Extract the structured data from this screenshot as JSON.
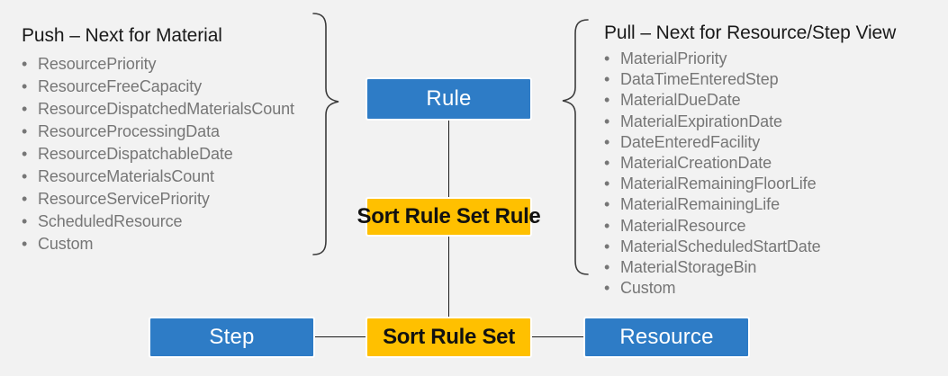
{
  "background_color": "#F2F2F2",
  "palette": {
    "blue": "#2E7CC6",
    "yellow": "#FFC000",
    "text_dark": "#1A1A1A",
    "text_gray": "#767676",
    "line": "#1A1A1A"
  },
  "push_list": {
    "title": "Push – Next for Material",
    "items": [
      "ResourcePriority",
      "ResourceFreeCapacity",
      "ResourceDispatchedMaterialsCount",
      "ResourceProcessingData",
      "ResourceDispatchableDate",
      "ResourceMaterialsCount",
      "ResourceServicePriority",
      "ScheduledResource",
      "Custom"
    ]
  },
  "pull_list": {
    "title": "Pull – Next for Resource/Step View",
    "items": [
      "MaterialPriority",
      "DataTimeEnteredStep",
      "MaterialDueDate",
      "MaterialExpirationDate",
      "DateEnteredFacility",
      "MaterialCreationDate",
      "MaterialRemainingFloorLife",
      "MaterialRemainingLife",
      "MaterialResource",
      "MaterialScheduledStartDate",
      "MaterialStorageBin",
      "Custom"
    ]
  },
  "nodes": {
    "rule": "Rule",
    "sort_rule_set_rule": "Sort Rule Set Rule",
    "step": "Step",
    "sort_rule_set": "Sort Rule Set",
    "resource": "Resource"
  }
}
